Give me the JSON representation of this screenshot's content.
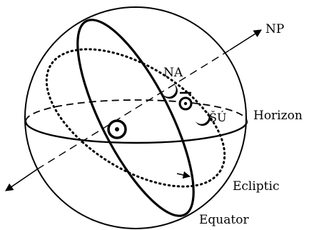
{
  "labels": {
    "np": "NP",
    "na": "NA",
    "su": "ŠÚ",
    "horizon": "Horizon",
    "ecliptic": "Ecliptic",
    "equator": "Equator"
  },
  "colors": {
    "ink": "#000000",
    "paper": "#ffffff"
  }
}
